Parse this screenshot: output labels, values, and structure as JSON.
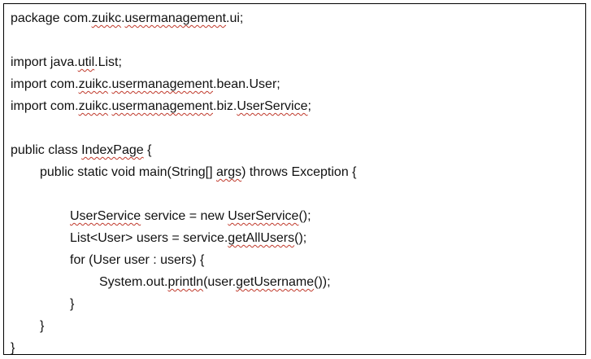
{
  "code_lines": [
    "package com.zuikc.usermanagement.ui;",
    "",
    "import java.util.List;",
    "import com.zuikc.usermanagement.bean.User;",
    "import com.zuikc.usermanagement.biz.UserService;",
    "",
    "public class IndexPage {",
    "public static void main(String[] args) throws Exception {",
    "",
    "UserService service = new UserService();",
    "List<User> users = service.getAllUsers();",
    "for (User user : users) {",
    "System.out.println(user.getUsername());",
    "}",
    "}",
    "}"
  ],
  "spell_marked_fragments": [
    "zuikc",
    "usermanagement",
    "util",
    "zuikc",
    "usermanagement",
    "zuikc",
    "usermanagement",
    "UserService",
    "IndexPage",
    "args",
    "UserService",
    "UserService",
    "getAllUsers",
    "println",
    "getUsername"
  ],
  "colors": {
    "text": "#111111",
    "border": "#000000",
    "squiggle": "#c0392b",
    "background": "#ffffff"
  }
}
